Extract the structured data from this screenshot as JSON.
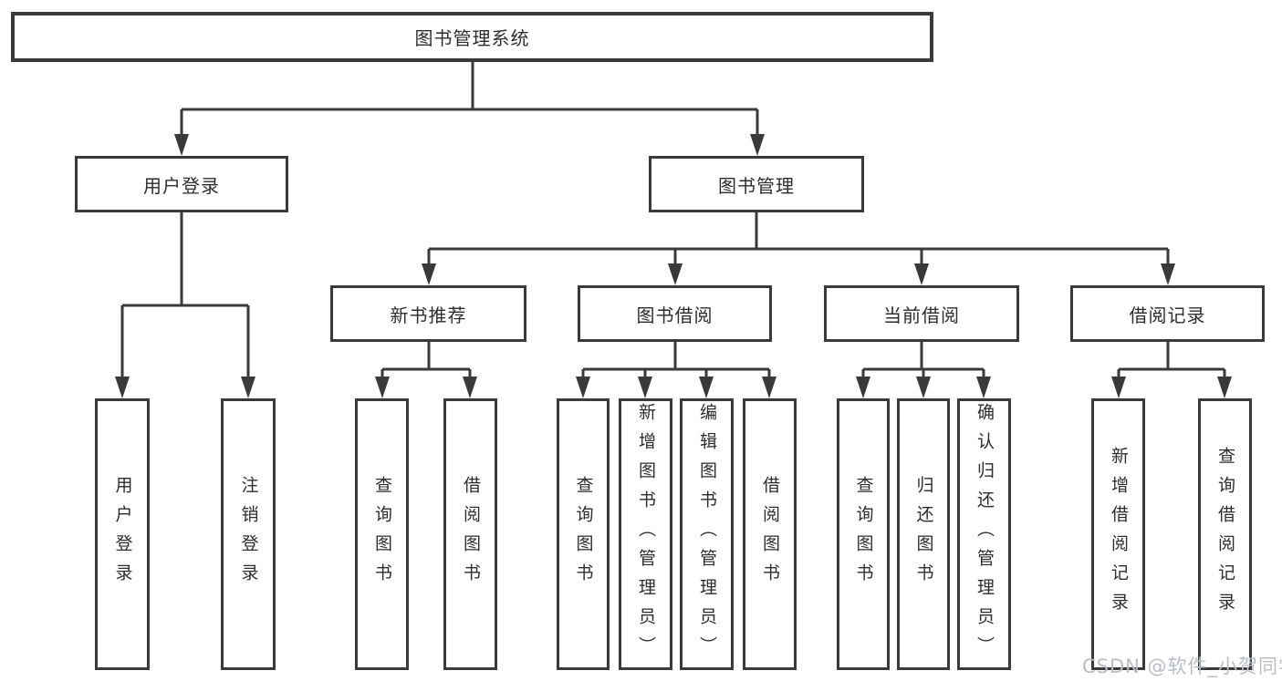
{
  "diagram": {
    "title": "图书管理系统",
    "level2": [
      {
        "label": "用户登录"
      },
      {
        "label": "图书管理"
      }
    ],
    "level3": [
      {
        "label": "新书推荐",
        "parent": "图书管理"
      },
      {
        "label": "图书借阅",
        "parent": "图书管理"
      },
      {
        "label": "当前借阅",
        "parent": "图书管理"
      },
      {
        "label": "借阅记录",
        "parent": "图书管理"
      }
    ],
    "leaves": [
      {
        "label": "用户登录",
        "parent": "用户登录"
      },
      {
        "label": "注销登录",
        "parent": "用户登录"
      },
      {
        "label": "查询图书",
        "parent": "新书推荐"
      },
      {
        "label": "借阅图书",
        "parent": "新书推荐"
      },
      {
        "label": "查询图书",
        "parent": "图书借阅"
      },
      {
        "label": "新增图书（管理员）",
        "parent": "图书借阅"
      },
      {
        "label": "编辑图书（管理员）",
        "parent": "图书借阅"
      },
      {
        "label": "借阅图书",
        "parent": "图书借阅"
      },
      {
        "label": "查询图书",
        "parent": "当前借阅"
      },
      {
        "label": "归还图书",
        "parent": "当前借阅"
      },
      {
        "label": "确认归还（管理员）",
        "parent": "当前借阅"
      },
      {
        "label": "新增借阅记录",
        "parent": "借阅记录"
      },
      {
        "label": "查询借阅记录",
        "parent": "借阅记录"
      }
    ]
  },
  "watermark": "CSDN @软件_小贺同学",
  "colors": {
    "line": "#3a3a3a",
    "text": "#2d2d2d",
    "box_background": "#ffffff",
    "watermark": "#b9bec6"
  }
}
